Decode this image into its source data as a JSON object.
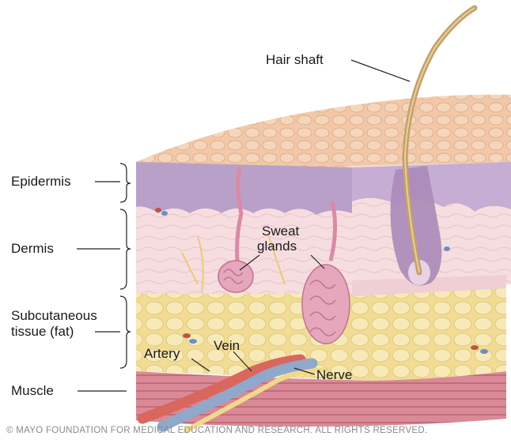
{
  "labels": {
    "hair_shaft": "Hair shaft",
    "epidermis": "Epidermis",
    "dermis": "Dermis",
    "subcutaneous_line1": "Subcutaneous",
    "subcutaneous_line2": "tissue (fat)",
    "muscle": "Muscle",
    "sweat_line1": "Sweat",
    "sweat_line2": "glands",
    "artery": "Artery",
    "vein": "Vein",
    "nerve": "Nerve"
  },
  "copyright": "© MAYO FOUNDATION FOR MEDICAL EDUCATION AND RESEARCH. ALL RIGHTS RESERVED.",
  "colors": {
    "skin_surface": "#f1c8a8",
    "epidermis": "#b9a0c8",
    "dermis": "#f6dde0",
    "fat": "#f3e4a6",
    "muscle": "#d98a96",
    "artery": "#d9675e",
    "vein": "#8fa8cc",
    "nerve": "#f0d98a",
    "hair": "#c4a06a"
  }
}
